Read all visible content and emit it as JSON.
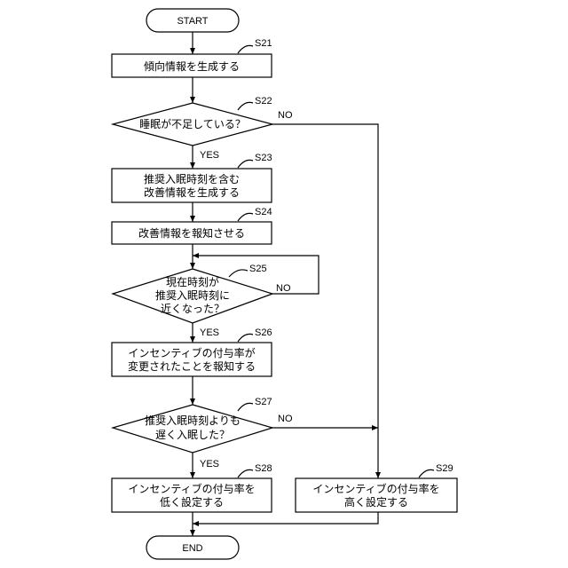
{
  "start": "START",
  "end": "END",
  "steps": {
    "s21": {
      "id": "S21",
      "lines": [
        "傾向情報を生成する"
      ]
    },
    "s22": {
      "id": "S22",
      "lines": [
        "睡眠が不足している？"
      ]
    },
    "s23": {
      "id": "S23",
      "lines": [
        "推奨入眠時刻を含む",
        "改善情報を生成する"
      ]
    },
    "s24": {
      "id": "S24",
      "lines": [
        "改善情報を報知させる"
      ]
    },
    "s25": {
      "id": "S25",
      "lines": [
        "現在時刻が",
        "推奨入眠時刻に",
        "近くなった？"
      ]
    },
    "s26": {
      "id": "S26",
      "lines": [
        "インセンティブの付与率が",
        "変更されたことを報知する"
      ]
    },
    "s27": {
      "id": "S27",
      "lines": [
        "推奨入眠時刻よりも",
        "遅く入眠した？"
      ]
    },
    "s28": {
      "id": "S28",
      "lines": [
        "インセンティブの付与率を",
        "低く設定する"
      ]
    },
    "s29": {
      "id": "S29",
      "lines": [
        "インセンティブの付与率を",
        "高く設定する"
      ]
    }
  },
  "labels": {
    "yes": "YES",
    "no": "NO"
  }
}
